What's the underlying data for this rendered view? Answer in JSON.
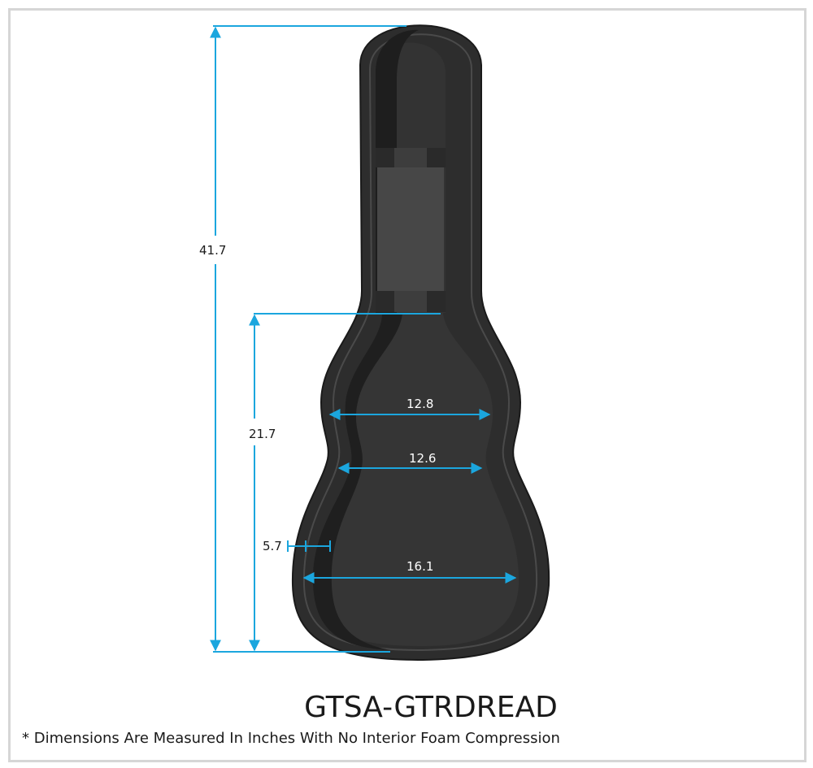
{
  "colors": {
    "dimension_line": "#1ba6de",
    "case_shell": "#2d2d2d",
    "case_interior": "#3a3a3a",
    "frame_border": "#d6d6d6"
  },
  "dimensions": {
    "overall_length": "41.7",
    "body_length": "21.7",
    "upper_bout": "12.8",
    "waist": "12.6",
    "depth": "5.7",
    "lower_bout": "16.1"
  },
  "model_name": "GTSA-GTRDREAD",
  "footnote": "* Dimensions Are Measured In Inches With No Interior Foam Compression"
}
